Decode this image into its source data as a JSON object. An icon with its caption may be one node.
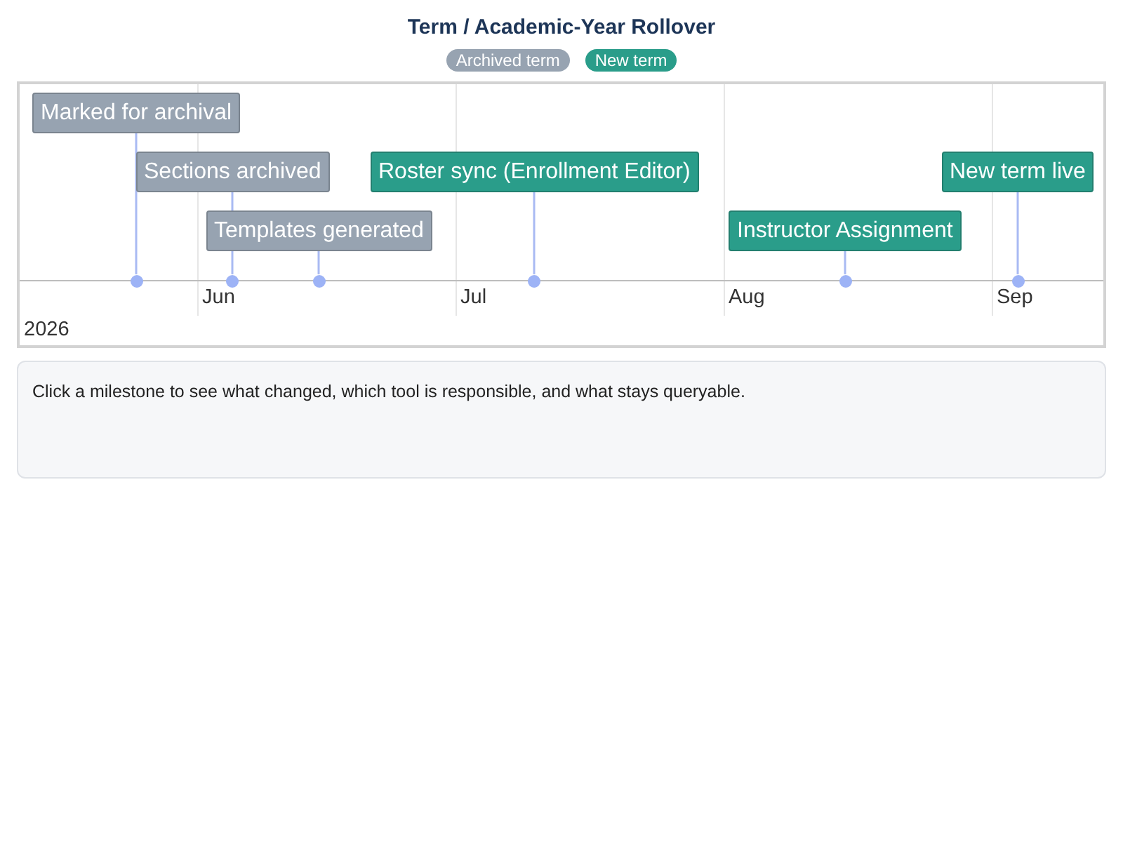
{
  "diagram": {
    "title": "Term / Academic-Year Rollover",
    "nodes": [
      {
        "text": [],
        "shape": "box"
      },
      {
        "text": [
          "Marked for archival"
        ],
        "in": 0
      },
      {
        "text": [
          "Sections archived"
        ],
        "in": 0
      },
      {
        "text": [
          "Templates generated"
        ],
        "in": 0
      },
      {
        "text": [
          "Roster sync (Enrollment Editor)"
        ],
        "in": 0
      },
      {
        "text": [
          "Instructor Assignment"
        ],
        "in": 0
      },
      {
        "text": [
          "New term live"
        ],
        "in": 0
      },
      {
        "text": [],
        "shape": "circle",
        "in": 0
      },
      {
        "text": [],
        "shape": "circle",
        "in": 0
      },
      {
        "text": [],
        "shape": "circle",
        "in": 0
      },
      {
        "text": [],
        "shape": "circle",
        "in": 0
      },
      {
        "text": [],
        "shape": "circle",
        "in": 0
      },
      {
        "text": [],
        "shape": "circle",
        "in": 0
      },
      {
        "text": [
          "Click a milestone to see what changed, which tool is responsible, and what stays queryable."
        ]
      }
    ],
    "edges": [
      {
        "from": 1,
        "to": 7,
        "arrow": "none"
      },
      {
        "from": 2,
        "to": 8,
        "arrow": "none"
      },
      {
        "from": 3,
        "to": 9,
        "arrow": "none"
      },
      {
        "from": 4,
        "to": 10,
        "arrow": "none"
      },
      {
        "from": 5,
        "to": 11,
        "arrow": "none"
      },
      {
        "from": 6,
        "to": 12,
        "arrow": "none"
      }
    ],
    "labels": [
      "Jun",
      "Jul",
      "Aug",
      "Sep",
      "2026"
    ],
    "legend": [
      {
        "text": "Archived term",
        "color": "#97a3b1"
      },
      {
        "text": "New term",
        "color": "#2a9d8a"
      }
    ]
  }
}
